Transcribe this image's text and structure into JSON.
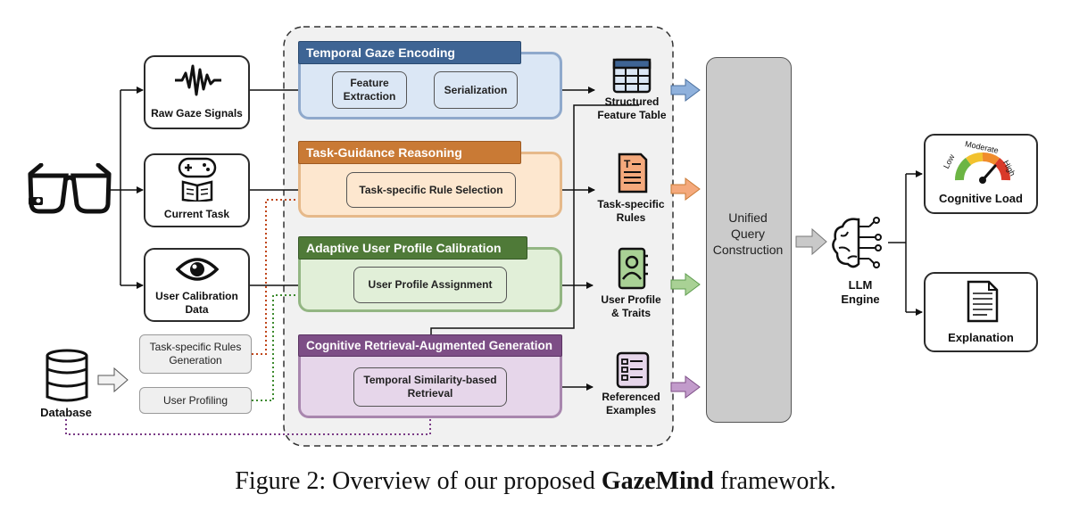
{
  "inputs": {
    "raw_gaze": "Raw Gaze Signals",
    "current_task": "Current Task",
    "user_calibration_line1": "User Calibration",
    "user_calibration_line2": "Data",
    "rules_generation_line1": "Task-specific Rules",
    "rules_generation_line2": "Generation",
    "user_profiling": "User Profiling",
    "database": "Database"
  },
  "modules": {
    "temporal": {
      "title": "Temporal Gaze Encoding",
      "step1_line1": "Feature",
      "step1_line2": "Extraction",
      "step2": "Serialization"
    },
    "task": {
      "title": "Task-Guidance Reasoning",
      "step": "Task-specific Rule Selection"
    },
    "profile": {
      "title": "Adaptive User Profile Calibration",
      "step": "User Profile Assignment"
    },
    "rag": {
      "title": "Cognitive Retrieval-Augmented Generation",
      "step_line1": "Temporal Similarity-based",
      "step_line2": "Retrieval"
    }
  },
  "outputs": {
    "structured_line1": "Structured",
    "structured_line2": "Feature Table",
    "rules_line1": "Task-specific",
    "rules_line2": "Rules",
    "traits_line1": "User Profile",
    "traits_line2": "& Traits",
    "examples_line1": "Referenced",
    "examples_line2": "Examples"
  },
  "unified": {
    "line1": "Unified",
    "line2": "Query",
    "line3": "Construction"
  },
  "llm": {
    "line1": "LLM",
    "line2": "Engine"
  },
  "results": {
    "cognitive_load": "Cognitive Load",
    "explanation": "Explanation",
    "gauge_low": "Low",
    "gauge_moderate": "Moderate",
    "gauge_high": "High"
  },
  "caption": {
    "prefix": "Figure 2: Overview of our proposed ",
    "name": "GazeMind",
    "suffix": " framework."
  },
  "colors": {
    "temporal_title": "#3e6494",
    "temporal_fill": "#dbe7f5",
    "temporal_border": "#8fa9cc",
    "task_title": "#c97a35",
    "task_fill": "#fde7cf",
    "task_border": "#e6b98a",
    "profile_title": "#4f7a38",
    "profile_fill": "#e1efd8",
    "profile_border": "#93b683",
    "rag_title": "#7d4e86",
    "rag_fill": "#e6d6ea",
    "rag_border": "#a886ae",
    "orange_icon": "#e8893a",
    "green_icon": "#5e9c4f"
  }
}
